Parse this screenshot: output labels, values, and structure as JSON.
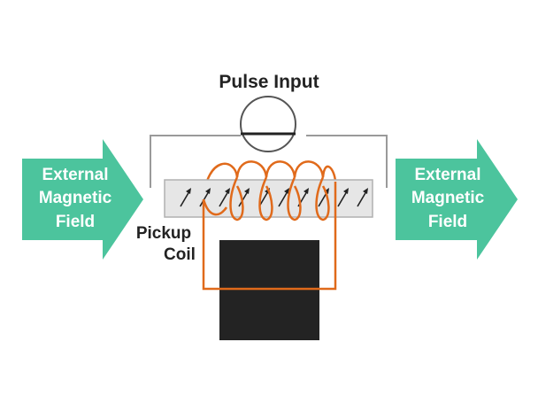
{
  "title": "Pulse Input",
  "left_arrow": {
    "lines": [
      "External",
      "Magnetic",
      "Field"
    ]
  },
  "right_arrow": {
    "lines": [
      "External",
      "Magnetic",
      "Field"
    ]
  },
  "coil_label": {
    "lines": [
      "Pickup",
      "Coil"
    ]
  },
  "colors": {
    "arrow_fill": "#4cc49d",
    "arrow_text": "#ffffff",
    "coil": "#e06a1b",
    "wire": "#9a9a9a",
    "core_fill": "#e6e6e6",
    "core_stroke": "#b0b0b0",
    "block": "#232323",
    "text": "#222222"
  },
  "icons": {
    "pulse_source": "pulse-generator-icon",
    "domain_arrows": "diagonal-arrow-icon"
  }
}
